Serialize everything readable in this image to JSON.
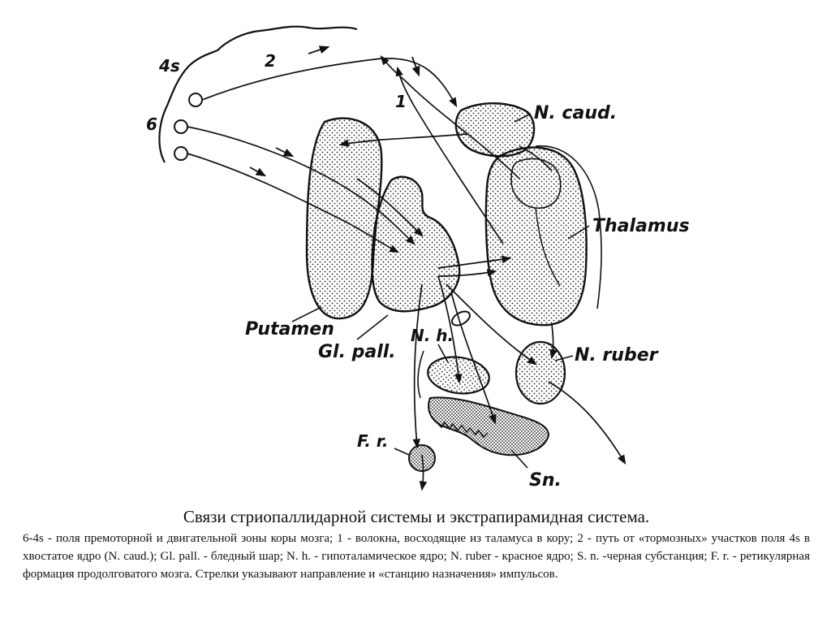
{
  "diagram": {
    "labels": {
      "field_4s": "4s",
      "path_2": "2",
      "field_6": "6",
      "fibers_1": "1",
      "n_caud": "N. caud.",
      "thalamus": "Thalamus",
      "putamen": "Putamen",
      "gl_pall": "Gl. pall.",
      "n_h": "N. h.",
      "n_ruber": "N. ruber",
      "f_r": "F. r.",
      "s_n": "Sn."
    }
  },
  "caption": {
    "title": "Связи стриопаллидарной системы и экстрапирамидная система.",
    "body": "6-4s - поля премоторной и двигательной зоны коры мозга; 1 - волокна, восходящие из таламуса в кору; 2 - путь от «тормозных» участков поля 4s в хвостатое ядро (N. caud.); Gl. pall. - бледный шар; N. h. - гипоталамическое ядро; N. ruber - красное ядро; S. n. -черная субстанция; F. r. - ретикулярная формация продолговатого мозга. Стрелки указывают направление и «станцию назначения» импульсов."
  }
}
